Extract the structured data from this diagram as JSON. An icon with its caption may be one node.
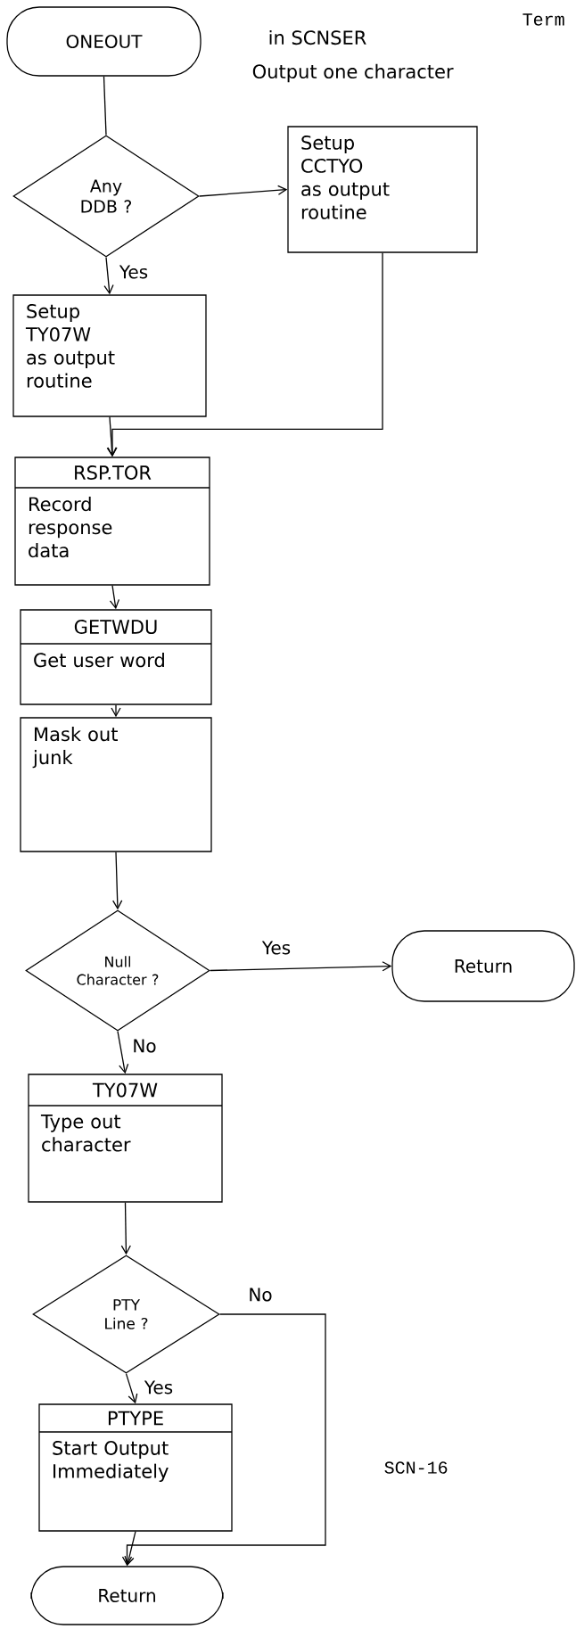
{
  "diagram": {
    "nodes": [
      {
        "text": [
          "ONEOUT"
        ]
      },
      {
        "text": [
          "Any DDB ?"
        ]
      },
      {
        "text": [
          "Setup CCTYO as output routine"
        ]
      },
      {
        "text": [
          "Setup TY07W as output routine"
        ]
      },
      {
        "text": [
          "RSP.TOR",
          "Record response data"
        ]
      },
      {
        "text": [
          "GETWDU",
          "Get user word"
        ]
      },
      {
        "text": [
          "Mask out junk"
        ]
      },
      {
        "text": [
          "Null Character ?"
        ]
      },
      {
        "text": [
          "Return"
        ]
      },
      {
        "text": [
          "TY07W",
          "Type out character"
        ]
      },
      {
        "text": [
          "PTY Line ?"
        ]
      },
      {
        "text": [
          "PTYPE",
          "Start Output Immediately"
        ]
      },
      {
        "text": [
          "Return"
        ]
      }
    ],
    "edges": [
      {
        "from": 0,
        "to": 1,
        "arrow": "none"
      },
      {
        "from": 1,
        "to": 2,
        "arrow": "to"
      },
      {
        "from": 1,
        "to": 3,
        "arrow": "to",
        "label": "Yes"
      },
      {
        "from": 2,
        "to": 4,
        "arrow": "to"
      },
      {
        "from": 3,
        "to": 4,
        "arrow": "to"
      },
      {
        "from": 4,
        "to": 5,
        "arrow": "to"
      },
      {
        "from": 5,
        "to": 6,
        "arrow": "to"
      },
      {
        "from": 6,
        "to": 7,
        "arrow": "to"
      },
      {
        "from": 7,
        "to": 8,
        "arrow": "to",
        "label": "Yes"
      },
      {
        "from": 7,
        "to": 9,
        "arrow": "to",
        "label": "No"
      },
      {
        "from": 9,
        "to": 10,
        "arrow": "to"
      },
      {
        "from": 10,
        "to": 11,
        "arrow": "to",
        "label": "Yes"
      },
      {
        "from": 10,
        "to": 12,
        "arrow": "to",
        "label": "No"
      },
      {
        "from": 11,
        "to": 12,
        "arrow": "to"
      }
    ],
    "labels": [
      "Term",
      "in SCNSER",
      "Output one character",
      "SCN-16"
    ]
  }
}
